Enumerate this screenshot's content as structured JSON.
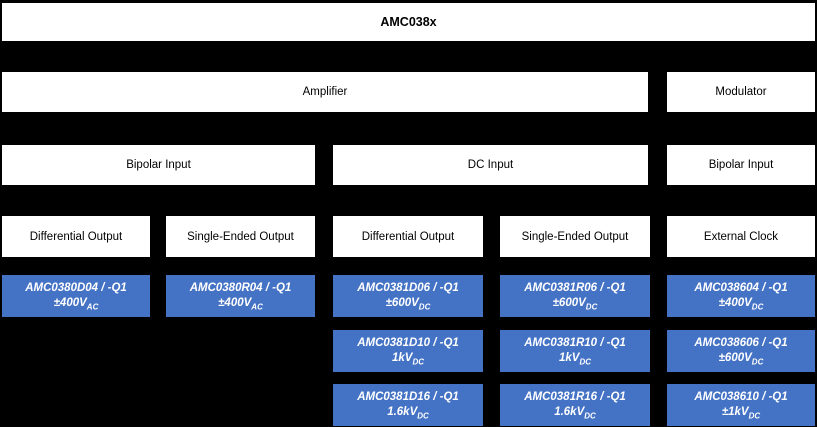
{
  "title": "AMC038x",
  "colors": {
    "background": "#000000",
    "node_fill": "#FFFFFF",
    "node_text": "#000000",
    "part_fill": "#4472C4",
    "part_text": "#FFFFFF"
  },
  "branches": {
    "amplifier": "Amplifier",
    "modulator": "Modulator"
  },
  "inputs": {
    "amplifier_bipolar": "Bipolar Input",
    "amplifier_dc": "DC Input",
    "modulator_bipolar": "Bipolar Input"
  },
  "outputs": [
    "Differential Output",
    "Single-Ended Output",
    "Differential Output",
    "Single-Ended Output",
    "External Clock"
  ],
  "parts_rows": [
    [
      {
        "name": "AMC0380D04 / -Q1",
        "rating": "±400V",
        "rating_sub": "AC"
      },
      {
        "name": "AMC0380R04 / -Q1",
        "rating": "±400V",
        "rating_sub": "AC"
      },
      {
        "name": "AMC0381D06 / -Q1",
        "rating": "±600V",
        "rating_sub": "DC"
      },
      {
        "name": "AMC0381R06 / -Q1",
        "rating": "±600V",
        "rating_sub": "DC"
      },
      {
        "name": "AMC038604 / -Q1",
        "rating": "±400V",
        "rating_sub": "DC"
      }
    ],
    [
      {
        "name": "AMC0381D10 / -Q1",
        "rating": "1kV",
        "rating_sub": "DC"
      },
      {
        "name": "AMC0381R10 / -Q1",
        "rating": "1kV",
        "rating_sub": "DC"
      },
      {
        "name": "AMC038606 / -Q1",
        "rating": "±600V",
        "rating_sub": "DC"
      }
    ],
    [
      {
        "name": "AMC0381D16 / -Q1",
        "rating": "1.6kV",
        "rating_sub": "DC"
      },
      {
        "name": "AMC0381R16 / -Q1",
        "rating": "1.6kV",
        "rating_sub": "DC"
      },
      {
        "name": "AMC038610 / -Q1",
        "rating": "±1kV",
        "rating_sub": "DC"
      }
    ]
  ]
}
